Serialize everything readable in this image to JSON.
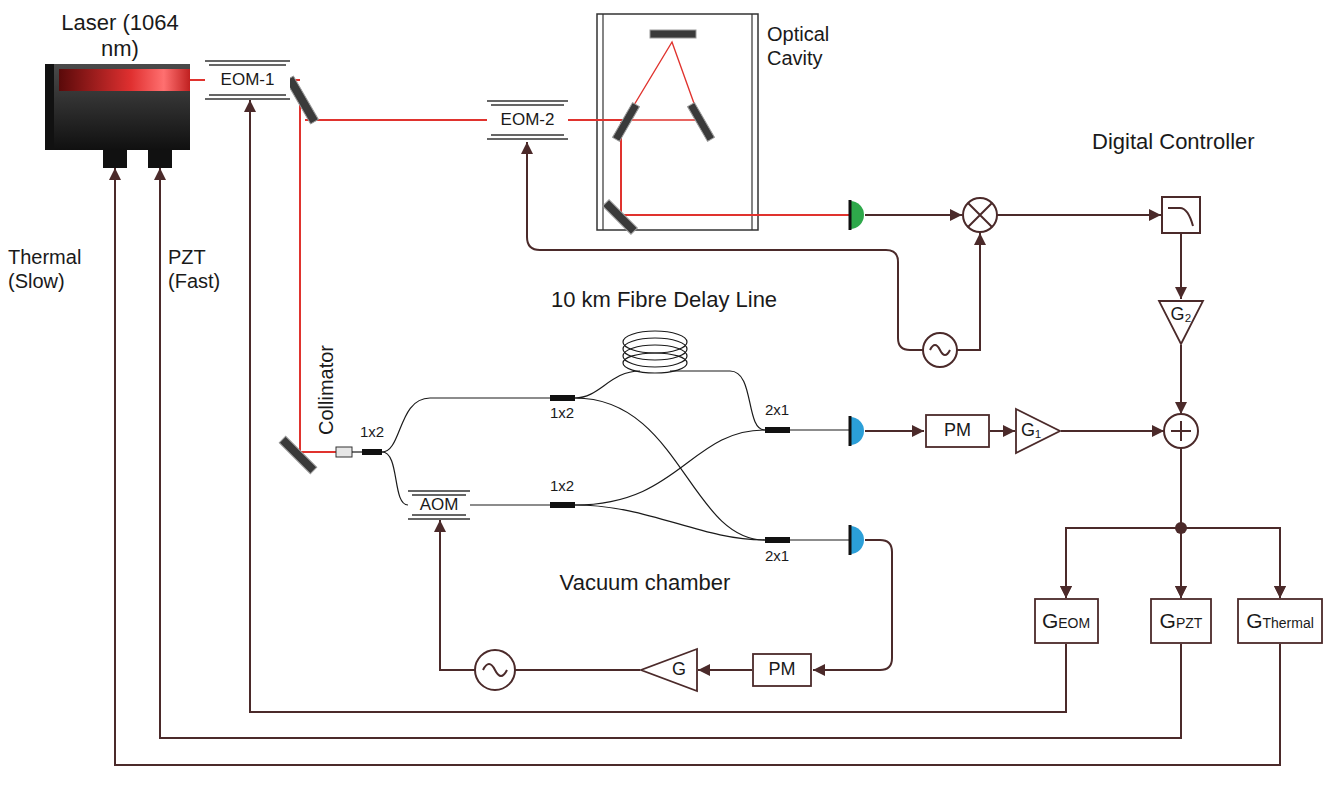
{
  "diagram": {
    "nodes": [
      {
        "text": [
          "Laser (1064 nm)"
        ]
      },
      {
        "text": [
          "EOM-1"
        ]
      },
      {
        "text": [
          "EOM-2"
        ]
      },
      {
        "text": [
          "Optical Cavity"
        ]
      },
      {
        "text": [
          "Digital Controller"
        ]
      },
      {
        "text": [
          "10 km Fibre Delay Line",
          "Vacuum chamber"
        ]
      },
      {
        "text": [
          "AOM"
        ]
      },
      {
        "text": [
          "PM"
        ],
        "in": 4
      },
      {
        "text": [
          "G₁"
        ],
        "in": 4
      },
      {
        "text": [
          "G₂"
        ],
        "in": 4
      },
      {
        "text": [
          "PM"
        ],
        "in": 4
      },
      {
        "text": [
          "G"
        ],
        "in": 4
      },
      {
        "text": [
          "GEOM"
        ],
        "in": 4
      },
      {
        "text": [
          "GPZT"
        ],
        "in": 4
      },
      {
        "text": [
          "GThermal"
        ],
        "in": 4
      }
    ],
    "edges": [
      {
        "from": 7,
        "to": 8,
        "arrow": "to"
      },
      {
        "from": 8,
        "to": 12,
        "arrow": "to"
      },
      {
        "from": 8,
        "to": 13,
        "arrow": "to"
      },
      {
        "from": 8,
        "to": 14,
        "arrow": "to"
      },
      {
        "from": 9,
        "to": 12,
        "arrow": "to"
      },
      {
        "from": 9,
        "to": 13,
        "arrow": "to"
      },
      {
        "from": 9,
        "to": 14,
        "arrow": "to"
      },
      {
        "from": 12,
        "to": 1,
        "arrow": "to"
      },
      {
        "from": 13,
        "to": 0,
        "arrow": "to"
      },
      {
        "from": 14,
        "to": 0,
        "arrow": "to"
      },
      {
        "from": 10,
        "to": 11,
        "arrow": "to"
      },
      {
        "from": 11,
        "to": 6,
        "arrow": "to"
      }
    ],
    "labels": [
      "Thermal (Slow)",
      "PZT (Fast)",
      "Collimator",
      "1x2",
      "1x2",
      "2x1",
      "1x2",
      "2x1"
    ]
  }
}
